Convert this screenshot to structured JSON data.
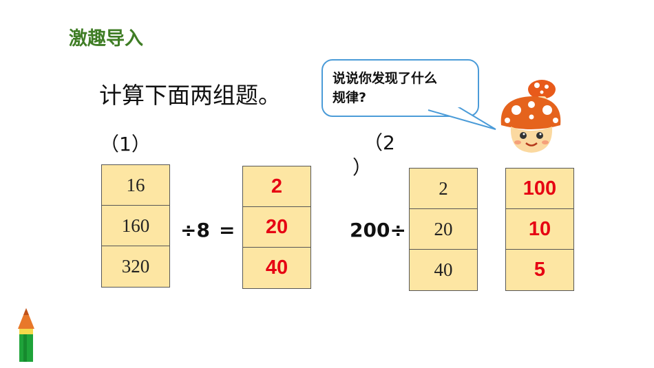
{
  "title": "激趣导入",
  "intro": "计算下面两组题。",
  "speech_bubble": {
    "line1": "说说你发现了什么",
    "line2": "规律?"
  },
  "group1": {
    "label": "（1）",
    "dividends": [
      "16",
      "160",
      "320"
    ],
    "operator": "÷8",
    "equals": "=",
    "answers": [
      "2",
      "20",
      "40"
    ]
  },
  "group2": {
    "label_open": "（2",
    "label_close": "）",
    "dividend_prefix": "200÷",
    "divisors": [
      "2",
      "20",
      "40"
    ],
    "answers": [
      "100",
      "10",
      "5"
    ]
  },
  "colors": {
    "title_green": "#3f7d25",
    "cell_fill": "#fde6a3",
    "answer_red": "#e60012",
    "bubble_border": "#4a9bd8"
  },
  "icons": [
    "mushroom-character-icon",
    "pencil-icon"
  ]
}
